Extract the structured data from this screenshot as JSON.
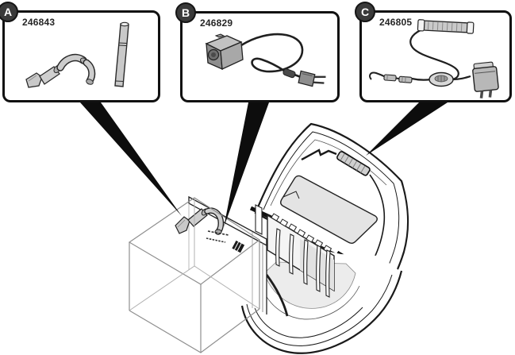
{
  "diagram": {
    "kind": "aquarium-replacement-parts-diagram",
    "callouts": [
      {
        "letter": "A",
        "part_number": "246843",
        "illustration": "outflow-tubing-kit"
      },
      {
        "letter": "B",
        "part_number": "246829",
        "illustration": "water-pump-with-power-cord"
      },
      {
        "letter": "C",
        "part_number": "246805",
        "illustration": "light-bar-with-switch-and-adapter"
      }
    ]
  },
  "colors": {
    "background": "#ffffff",
    "box_border": "#111111",
    "badge_fill": "#3a3a3a",
    "badge_text": "#ffffff",
    "part_number_text": "#262626",
    "line_art": "#1a1a1a",
    "glass_line": "#8f8f8f",
    "part_gray": "#c9c9c9",
    "panel_gray": "#e4e4e4",
    "pointer_black": "#0d0d0d"
  }
}
